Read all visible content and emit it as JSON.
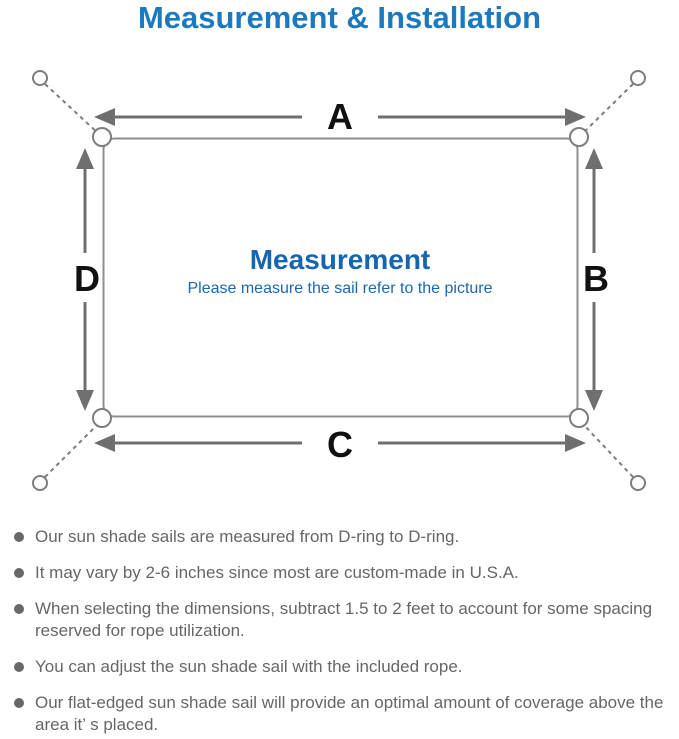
{
  "title": "Measurement & Installation",
  "diagram": {
    "dim_top": "A",
    "dim_right": "B",
    "dim_bottom": "C",
    "dim_left": "D",
    "center_title": "Measurement",
    "center_subtitle": "Please measure the sail refer to the picture"
  },
  "notes": {
    "items": [
      {
        "text": "Our sun shade sails are measured from D-ring to D-ring."
      },
      {
        "text": "It may vary by 2-6 inches since most are custom-made in U.S.A."
      },
      {
        "text": "When selecting the dimensions, subtract 1.5 to 2 feet to account for some spacing reserved for rope utilization."
      },
      {
        "text": "You can adjust the sun shade sail with the included rope."
      },
      {
        "text": "Our flat-edged sun shade sail will provide an optimal amount of coverage above the area it’ s placed."
      }
    ]
  },
  "colors": {
    "title_blue": "#1b79c0",
    "center_blue": "#1565af",
    "outline_gray": "#8f8f8f",
    "arrow_gray": "#6f6f6f",
    "note_text_gray": "#666666"
  }
}
